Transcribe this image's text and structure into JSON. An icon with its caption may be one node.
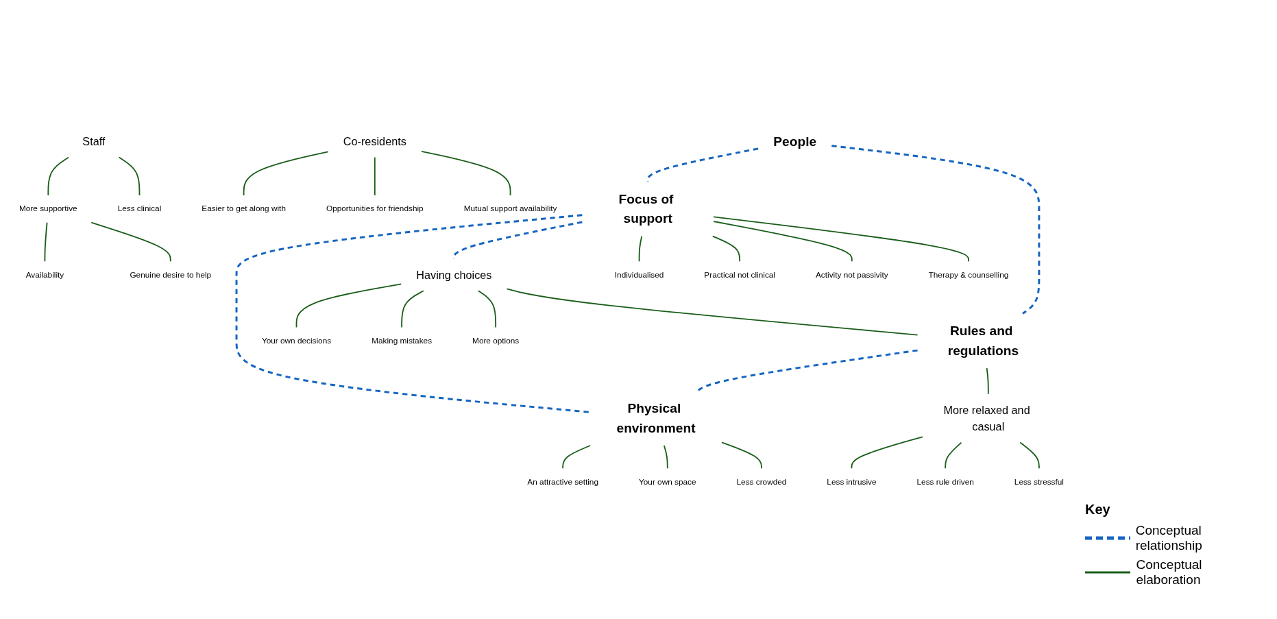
{
  "diagram": {
    "nodes": [
      {
        "text": [
          "People"
        ]
      },
      {
        "text": [
          "Staff"
        ]
      },
      {
        "text": [
          "More supportive"
        ]
      },
      {
        "text": [
          "Availability"
        ]
      },
      {
        "text": [
          "Genuine desire to help"
        ]
      },
      {
        "text": [
          "Less clinical"
        ]
      },
      {
        "text": [
          "Co-residents"
        ]
      },
      {
        "text": [
          "Easier to get along with"
        ]
      },
      {
        "text": [
          "Opportunities for friendship"
        ]
      },
      {
        "text": [
          "Mutual support availability"
        ]
      },
      {
        "text": [
          "Focus of support"
        ]
      },
      {
        "text": [
          "Individualised"
        ]
      },
      {
        "text": [
          "Practical not clinical"
        ]
      },
      {
        "text": [
          "Activity not passivity"
        ]
      },
      {
        "text": [
          "Therapy & counselling"
        ]
      },
      {
        "text": [
          "Physical environment"
        ]
      },
      {
        "text": [
          "An attractive setting"
        ]
      },
      {
        "text": [
          "Your own space"
        ]
      },
      {
        "text": [
          "Less crowded"
        ]
      },
      {
        "text": [
          "Having choices"
        ]
      },
      {
        "text": [
          "Your own decisions"
        ]
      },
      {
        "text": [
          "Making mistakes"
        ]
      },
      {
        "text": [
          "More options"
        ]
      },
      {
        "text": [
          "Rules and regulations"
        ]
      },
      {
        "text": [
          "More relaxed and casual"
        ]
      },
      {
        "text": [
          "Less intrusive"
        ]
      },
      {
        "text": [
          "Less rule driven"
        ]
      },
      {
        "text": [
          "Less stressful"
        ]
      }
    ],
    "edges": [
      {
        "from": 0,
        "to": 10,
        "arrow": "none",
        "style": "dashed",
        "color": "#1565c0"
      },
      {
        "from": 10,
        "to": 15,
        "arrow": "none",
        "style": "dashed",
        "color": "#1565c0"
      },
      {
        "from": 10,
        "to": 19,
        "arrow": "none",
        "style": "dashed",
        "color": "#1565c0"
      },
      {
        "from": 0,
        "to": 23,
        "arrow": "none",
        "style": "dashed",
        "color": "#1565c0"
      },
      {
        "from": 23,
        "to": 15,
        "arrow": "none",
        "style": "dashed",
        "color": "#1565c0"
      },
      {
        "from": 1,
        "to": 2,
        "arrow": "none"
      },
      {
        "from": 1,
        "to": 5,
        "arrow": "none"
      },
      {
        "from": 2,
        "to": 3,
        "arrow": "none"
      },
      {
        "from": 2,
        "to": 4,
        "arrow": "none"
      },
      {
        "from": 6,
        "to": 7,
        "arrow": "none"
      },
      {
        "from": 6,
        "to": 8,
        "arrow": "none"
      },
      {
        "from": 6,
        "to": 9,
        "arrow": "none"
      },
      {
        "from": 10,
        "to": 11,
        "arrow": "none"
      },
      {
        "from": 10,
        "to": 12,
        "arrow": "none"
      },
      {
        "from": 10,
        "to": 13,
        "arrow": "none"
      },
      {
        "from": 10,
        "to": 14,
        "arrow": "none"
      },
      {
        "from": 15,
        "to": 16,
        "arrow": "none"
      },
      {
        "from": 15,
        "to": 17,
        "arrow": "none"
      },
      {
        "from": 15,
        "to": 18,
        "arrow": "none"
      },
      {
        "from": 19,
        "to": 20,
        "arrow": "none"
      },
      {
        "from": 19,
        "to": 21,
        "arrow": "none"
      },
      {
        "from": 19,
        "to": 22,
        "arrow": "none"
      },
      {
        "from": 19,
        "to": 23,
        "arrow": "none"
      },
      {
        "from": 23,
        "to": 24,
        "arrow": "none"
      },
      {
        "from": 24,
        "to": 25,
        "arrow": "none"
      },
      {
        "from": 24,
        "to": 26,
        "arrow": "none"
      },
      {
        "from": 24,
        "to": 27,
        "arrow": "none"
      }
    ],
    "labels": [
      "Key"
    ],
    "legend": [
      {
        "text": "Conceptual relationship"
      },
      {
        "text": "Conceptual elaboration"
      }
    ]
  }
}
